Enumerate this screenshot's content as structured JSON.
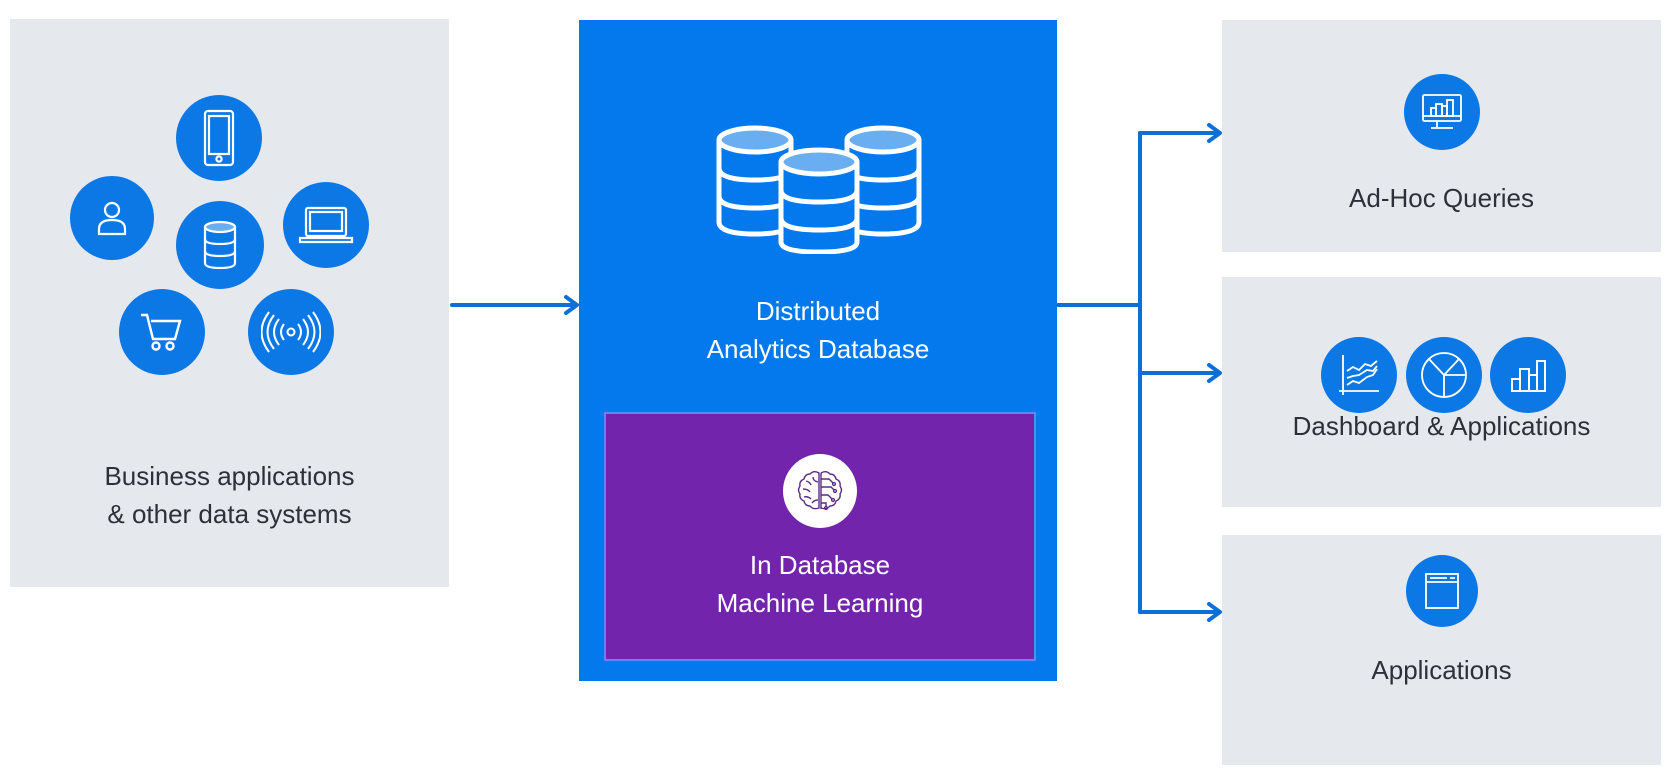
{
  "colors": {
    "primary_blue": "#0479ee",
    "icon_blue": "#0c78e6",
    "ml_purple": "#7224ad",
    "panel_gray": "#e5e9ee",
    "arrow_blue": "#0c6fd8",
    "text_dark": "#2c3038",
    "text_light": "#ffffff"
  },
  "sources": {
    "label_line1": "Business applications",
    "label_line2": "& other data systems",
    "icons": [
      "smartphone-icon",
      "user-icon",
      "database-icon",
      "laptop-icon",
      "shopping-cart-icon",
      "wireless-signal-icon"
    ]
  },
  "core": {
    "icon": "database-cluster-icon",
    "label_line1": "Distributed",
    "label_line2": "Analytics Database",
    "ml": {
      "icon": "brain-circuit-icon",
      "label_line1": "In Database",
      "label_line2": "Machine Learning"
    }
  },
  "outputs": [
    {
      "label": "Ad-Hoc Queries",
      "icons": [
        "monitor-bar-chart-icon"
      ]
    },
    {
      "label": "Dashboard & Applications",
      "icons": [
        "line-chart-icon",
        "pie-chart-icon",
        "bar-chart-icon"
      ]
    },
    {
      "label": "Applications",
      "icons": [
        "app-window-icon"
      ]
    }
  ]
}
